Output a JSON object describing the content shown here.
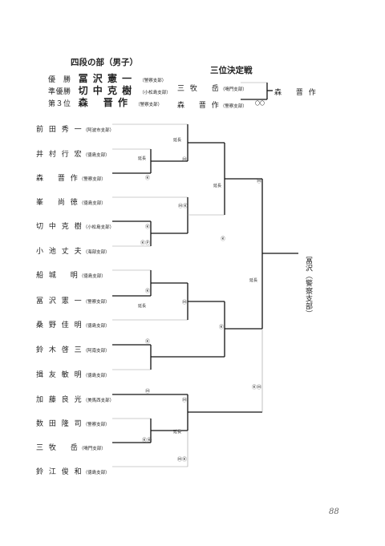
{
  "title": "四段の部（男子）",
  "results": [
    {
      "label": "優　勝",
      "name": "冨 沢 憲 一",
      "aff": "（警察支部）"
    },
    {
      "label": "準優勝",
      "name": "切 中 克 樹",
      "aff": "（小松島支部）"
    },
    {
      "label": "第３位",
      "name": "森　 晋 作",
      "aff": "（警察支部）"
    }
  ],
  "third_place": {
    "title": "三位決定戦",
    "p1_name": "三 牧　 岳",
    "p1_aff": "（鳴門支部）",
    "p2_name": "森　 晋 作",
    "p2_aff": "（警察支部）",
    "winner": "森　 晋 作",
    "mark": "〇〇"
  },
  "players": [
    {
      "name": "前 田 秀 一",
      "aff": "（阿波市支部）"
    },
    {
      "name": "井 村 行 宏",
      "aff": "（徳島支部）"
    },
    {
      "name": "森　 晋 作",
      "aff": "（警察支部）"
    },
    {
      "name": "峯　 尚 徳",
      "aff": "（徳島支部）"
    },
    {
      "name": "切 中 克 樹",
      "aff": "（小松島支部）"
    },
    {
      "name": "小 池 丈 夫",
      "aff": "（海部支部）"
    },
    {
      "name": "船 城　 明",
      "aff": "（徳島支部）"
    },
    {
      "name": "冨 沢 憲 一",
      "aff": "（警察支部）"
    },
    {
      "name": "桑 野 佳 明",
      "aff": "（徳島支部）"
    },
    {
      "name": "鈴 木 啓 三",
      "aff": "（阿南支部）"
    },
    {
      "name": "揖 友 敏 明",
      "aff": "（徳島支部）"
    },
    {
      "name": "加 藤 良 光",
      "aff": "（美馬西支部）"
    },
    {
      "name": "数 田 隆 司",
      "aff": "（警察支部）"
    },
    {
      "name": "三 牧　 岳",
      "aff": "（鳴門支部）"
    },
    {
      "name": "鈴 江 俊 和",
      "aff": "（徳島支部）"
    }
  ],
  "annotations": {
    "a1": "延長",
    "a2": "延長",
    "a3": "延長",
    "a4": "延長",
    "a5": "延長",
    "a6": "延長",
    "m1": "Ⓜ",
    "m2": "Ⓚ",
    "m3": "ⓂⓀ",
    "m4": "Ⓚ",
    "m5": "ⓀⓅ",
    "m6": "Ⓜ",
    "m7": "Ⓚ",
    "m8": "Ⓚ",
    "m9": "Ⓜ",
    "m10": "Ⓚ",
    "m11": "Ⓚ",
    "m12": "ⓀⓂ",
    "m13": "ⓂⓀ",
    "m14": "Ⓜ",
    "m15": "Ⓜ",
    "m16": "ⓀⓀ"
  },
  "champion": "冨沢（警察支部）",
  "page_number": "88"
}
